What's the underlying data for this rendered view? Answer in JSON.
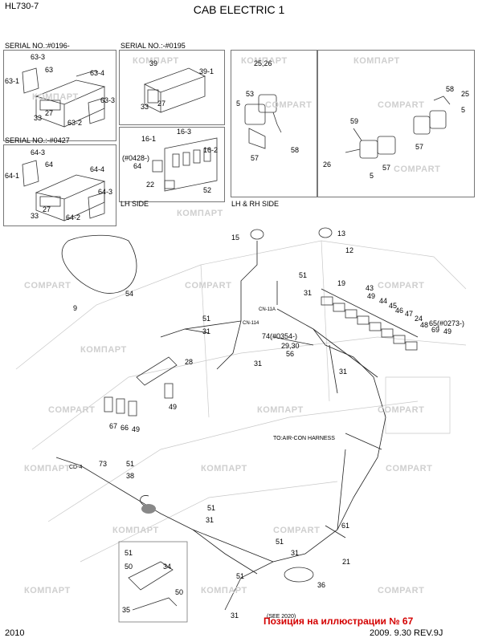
{
  "header": {
    "model": "HL730-7",
    "title": "CAB ELECTRIC 1"
  },
  "footer": {
    "year": "2010",
    "date_rev": "2009. 9.30  REV.9J",
    "red_note": "Позиция на иллюстрации № 67"
  },
  "watermark": "КОМПАРТ",
  "watermark_latin": "COMPART",
  "panels": {
    "a": {
      "label": "SERIAL NO.:#0196-"
    },
    "b": {
      "label": "SERIAL NO.:-#0195"
    },
    "c": {
      "label": "SERIAL NO.:-#0427"
    },
    "d": {
      "label": "LH SIDE"
    },
    "e": {
      "label": "LH & RH SIDE"
    }
  },
  "callouts": {
    "a": [
      "63-3",
      "63",
      "63-1",
      "63-4",
      "63-3",
      "33",
      "27",
      "63-2"
    ],
    "b": [
      "39",
      "39-1",
      "33",
      "27"
    ],
    "c": [
      "64-3",
      "64",
      "64-1",
      "64-4",
      "64-3",
      "33",
      "27",
      "64-2"
    ],
    "d": [
      "16-1",
      "16-3",
      "16-2",
      "(#0428-)",
      "64",
      "22",
      "52"
    ],
    "e": [
      "25,26",
      "53",
      "5",
      "57",
      "58",
      "59",
      "58",
      "25",
      "5",
      "57",
      "26",
      "5",
      "57"
    ],
    "main": [
      "15",
      "13",
      "12",
      "9",
      "54",
      "51",
      "31",
      "51",
      "31",
      "19",
      "43",
      "49",
      "44",
      "45",
      "46",
      "47",
      "24",
      "48",
      "65(#0273-)",
      "69",
      "49",
      "74(#0354-)",
      "29,30",
      "56",
      "31",
      "31",
      "28",
      "49",
      "67",
      "66",
      "49",
      "TO:AIR-CON HARNESS",
      "CD-4",
      "73",
      "51",
      "38",
      "51",
      "31",
      "61",
      "51",
      "31",
      "21",
      "51",
      "34",
      "50",
      "50",
      "51",
      "36",
      "35",
      "31",
      "(SEE 2020)",
      "CN-11A",
      "CN-114"
    ]
  }
}
